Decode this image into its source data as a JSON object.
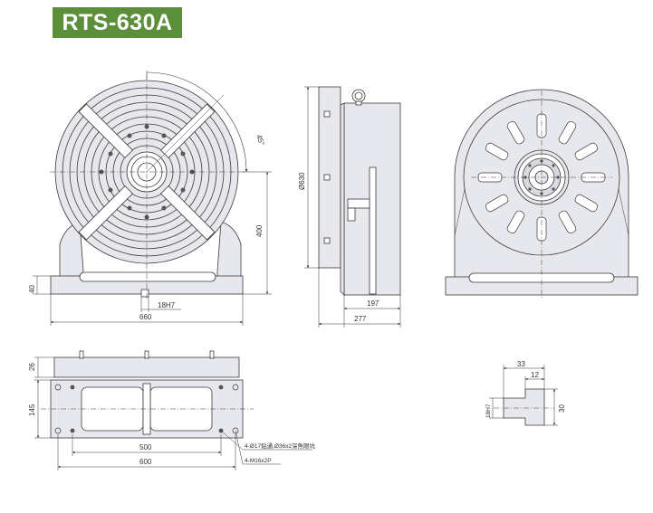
{
  "title": "RTS-630A",
  "colors": {
    "accent": "#5b8f3a",
    "part_fill": "#e7e8ee",
    "line": "#3a3a3a"
  },
  "front_view": {
    "angle_label": "45°",
    "height_dim": "400",
    "base_height_dim": "40",
    "slot_dim": "18H7",
    "width_dim": "660"
  },
  "side_view": {
    "diameter_dim": "Ø630",
    "depth_dim": "197",
    "overall_depth_dim": "277"
  },
  "plan_view": {
    "top_height_dim": "26",
    "depth_dim": "145",
    "hole_spacing_dim": "500",
    "overall_width_dim": "600",
    "callout_through_hole": "4-Ø17鉆通,Ø36x2深魚眼坑",
    "callout_tapped_hole": "4-M16x2P"
  },
  "slot_detail": {
    "width_dim": "33",
    "inner_dim": "12",
    "slot_dim": "18H7",
    "height_dim": "30"
  }
}
